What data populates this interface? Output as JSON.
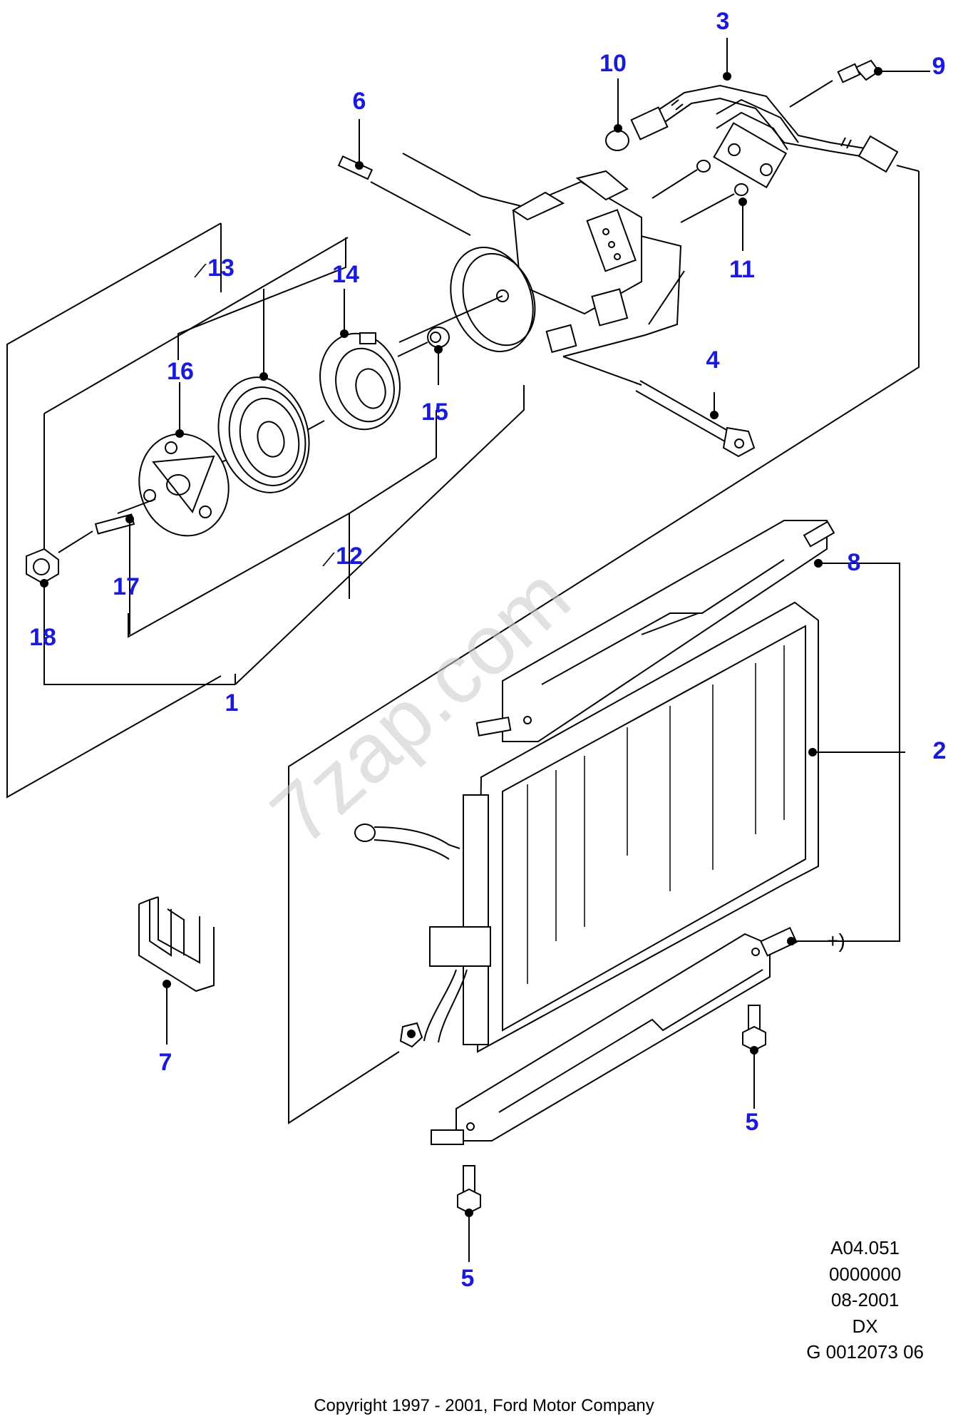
{
  "watermark": "7zap.com",
  "callouts": [
    {
      "id": "1",
      "label": "1"
    },
    {
      "id": "2",
      "label": "2"
    },
    {
      "id": "3",
      "label": "3"
    },
    {
      "id": "4",
      "label": "4"
    },
    {
      "id": "5a",
      "label": "5"
    },
    {
      "id": "5b",
      "label": "5"
    },
    {
      "id": "6",
      "label": "6"
    },
    {
      "id": "7",
      "label": "7"
    },
    {
      "id": "8",
      "label": "8"
    },
    {
      "id": "9",
      "label": "9"
    },
    {
      "id": "10",
      "label": "10"
    },
    {
      "id": "11",
      "label": "11"
    },
    {
      "id": "12",
      "label": "12"
    },
    {
      "id": "13",
      "label": "13"
    },
    {
      "id": "14",
      "label": "14"
    },
    {
      "id": "15",
      "label": "15"
    },
    {
      "id": "16",
      "label": "16"
    },
    {
      "id": "17",
      "label": "17"
    },
    {
      "id": "18",
      "label": "18"
    }
  ],
  "plus_mark": "+)",
  "slash_mark": "⁄",
  "meta_block": {
    "line1": "A04.051",
    "line2": "0000000",
    "line3": "08-2001",
    "line4": "DX",
    "line5": "G 0012073 06"
  },
  "copyright": "Copyright 1997 - 2001, Ford Motor Company",
  "colors": {
    "callout": "#1a1adb",
    "line": "#000000",
    "watermark": "#c9c9c9"
  }
}
